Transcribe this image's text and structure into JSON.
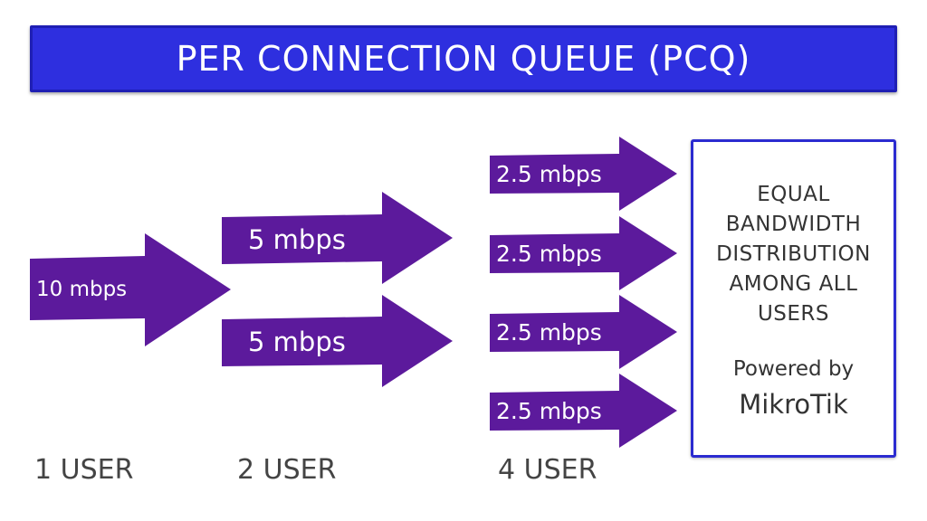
{
  "title": "PER CONNECTION QUEUE (PCQ)",
  "arrow_color": "#5c1a9c",
  "banner_color": "#2e2fdf",
  "stages": [
    {
      "user_label": "1 USER",
      "arrows": [
        "10 mbps"
      ]
    },
    {
      "user_label": "2 USER",
      "arrows": [
        "5 mbps",
        "5 mbps"
      ]
    },
    {
      "user_label": "4 USER",
      "arrows": [
        "2.5 mbps",
        "2.5 mbps",
        "2.5 mbps",
        "2.5 mbps"
      ]
    }
  ],
  "info_box": {
    "lines": [
      "EQUAL",
      "BANDWIDTH",
      "DISTRIBUTION",
      "AMONG ALL",
      "USERS"
    ],
    "powered_by": "Powered by",
    "brand": "MikroTik"
  }
}
